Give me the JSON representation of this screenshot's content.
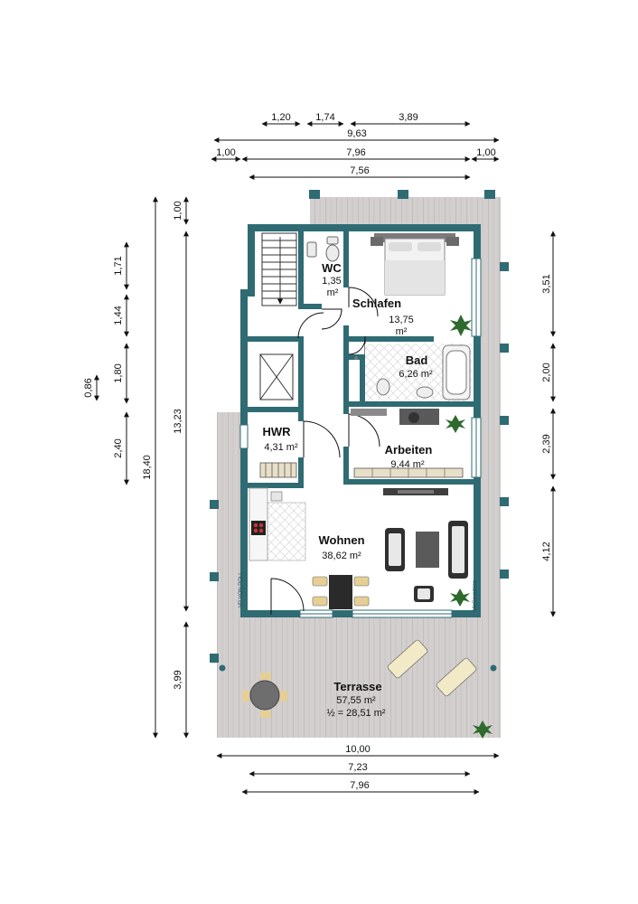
{
  "colors": {
    "wall": "#2f6b73",
    "floor": "#ffffff",
    "deck": "#cfcbcb",
    "deck_plank": "#b9b4b4",
    "dimension": "#111111",
    "plant": "#2e6a2e"
  },
  "dimensions": {
    "top": [
      "1,20",
      "1,74",
      "3,89",
      "9,63",
      "1,00",
      "7,96",
      "1,00",
      "7,56"
    ],
    "bottom": [
      "10,00",
      "7,23",
      "7,96"
    ],
    "left": [
      "1,71",
      "1,44",
      "1,80",
      "0,86",
      "2,40",
      "1,00",
      "13,23",
      "18,40",
      "3,99"
    ],
    "right": [
      "3,51",
      "2,00",
      "2,39",
      "4,12"
    ]
  },
  "rooms": {
    "wc": {
      "name": "WC",
      "area_line1": "1,35",
      "area_line2": "m²"
    },
    "schlafen": {
      "name": "Schlafen",
      "area_line1": "13,75",
      "area_line2": "m²"
    },
    "bad": {
      "name": "Bad",
      "area": "6,26 m²"
    },
    "hwr": {
      "name": "HWR",
      "area": "4,31 m²"
    },
    "arbeiten": {
      "name": "Arbeiten",
      "area": "9,44 m²"
    },
    "wohnen": {
      "name": "Wohnen",
      "area": "38,62 m²"
    },
    "terrasse": {
      "name": "Terrasse",
      "area": "57,55 m²",
      "half_area": "½ = 28,51 m²"
    }
  },
  "watermarks": {
    "left": "VP VON POLL",
    "right": "McGrundriss"
  },
  "icons": [
    "stair-icon",
    "bed-icon",
    "toilet-icon",
    "bathtub-icon",
    "shower-icon",
    "sink-icon",
    "washing-machine-icon",
    "plant-icon",
    "sofa-icon",
    "table-icon",
    "chair-icon",
    "desk-icon",
    "stove-icon",
    "lounger-icon"
  ]
}
